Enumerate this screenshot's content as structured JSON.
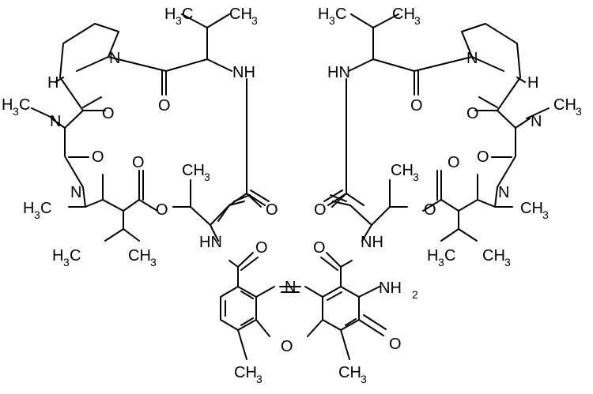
{
  "labels": {
    "ch3": "CH",
    "h3c": "H",
    "three": "3",
    "two": "2",
    "c": "C",
    "nh": "NH",
    "hn": "HN",
    "n": "N",
    "o": "O",
    "h": "H",
    "nh2": "NH"
  },
  "colors": {
    "stroke": "#000000",
    "background": "#ffffff"
  }
}
